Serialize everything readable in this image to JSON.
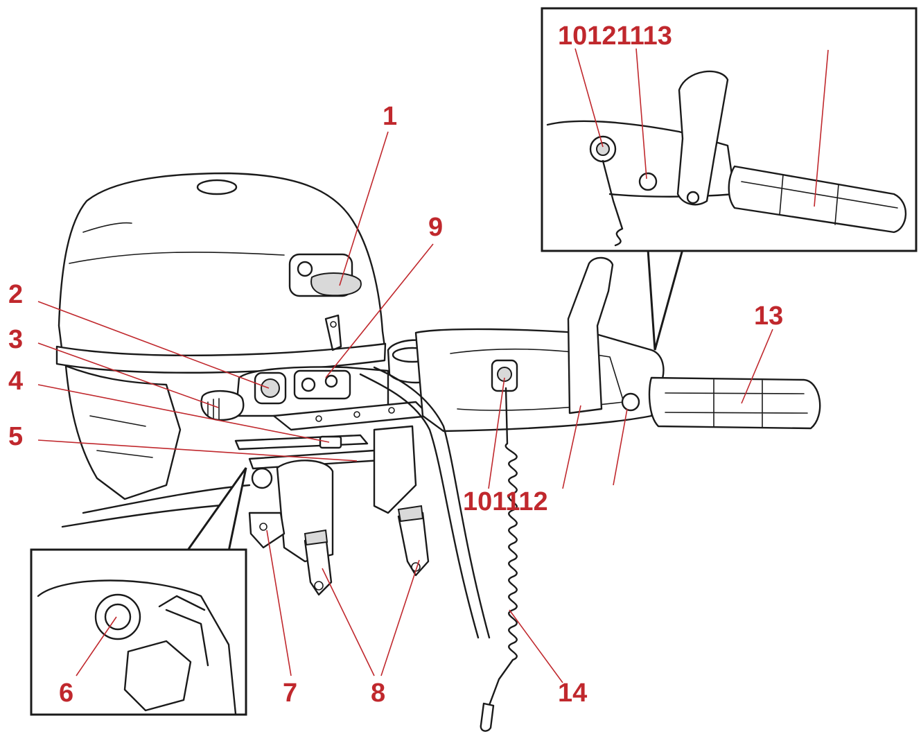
{
  "callouts": [
    {
      "id": "1",
      "text": "1"
    },
    {
      "id": "2",
      "text": "2"
    },
    {
      "id": "3",
      "text": "3"
    },
    {
      "id": "4",
      "text": "4"
    },
    {
      "id": "5",
      "text": "5"
    },
    {
      "id": "6",
      "text": "6"
    },
    {
      "id": "7",
      "text": "7"
    },
    {
      "id": "8",
      "text": "8"
    },
    {
      "id": "9",
      "text": "9"
    },
    {
      "id": "10121113",
      "text": "10121113"
    },
    {
      "id": "13",
      "text": "13"
    },
    {
      "id": "101112",
      "text": "101112"
    },
    {
      "id": "14",
      "text": "14"
    }
  ],
  "colors": {
    "callout": "#c0282d",
    "line": "#1a1a1a",
    "background": "#ffffff"
  }
}
